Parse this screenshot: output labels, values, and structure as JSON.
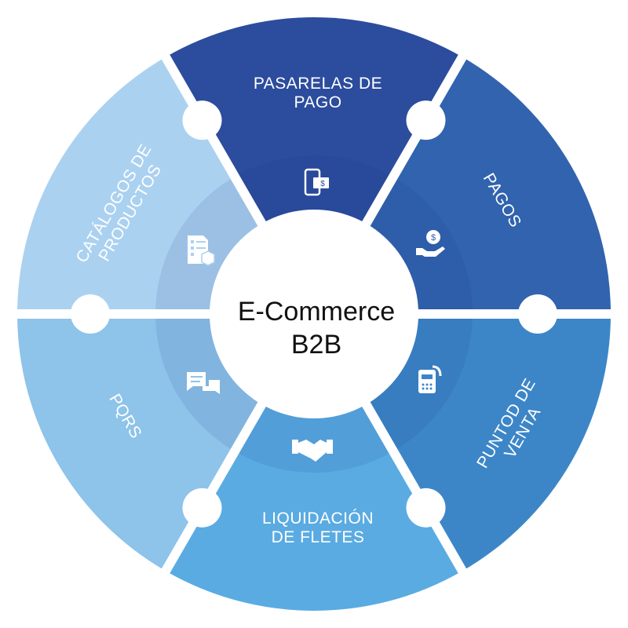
{
  "center": {
    "line1": "E-Commerce",
    "line2": "B2B"
  },
  "segments": [
    {
      "lines": [
        "PASARELAS DE",
        "PAGO"
      ],
      "color": "#2c4c9d",
      "icon": "mobile-payment-icon"
    },
    {
      "lines": [
        "PAGOS"
      ],
      "color": "#3163ae",
      "icon": "hand-coin-icon"
    },
    {
      "lines": [
        "PUNTOD DE",
        "VENTA"
      ],
      "color": "#3c86c8",
      "icon": "pos-terminal-icon"
    },
    {
      "lines": [
        "LIQUIDACIÓN",
        "DE FLETES"
      ],
      "color": "#5aabe2",
      "icon": "handshake-icon"
    },
    {
      "lines": [
        "PQRS"
      ],
      "color": "#8ec3ea",
      "icon": "chat-bubbles-icon"
    },
    {
      "lines": [
        "CATÁLOGOS DE",
        "PRODUCTOS"
      ],
      "color": "#abd1f0",
      "icon": "catalog-document-icon"
    }
  ]
}
